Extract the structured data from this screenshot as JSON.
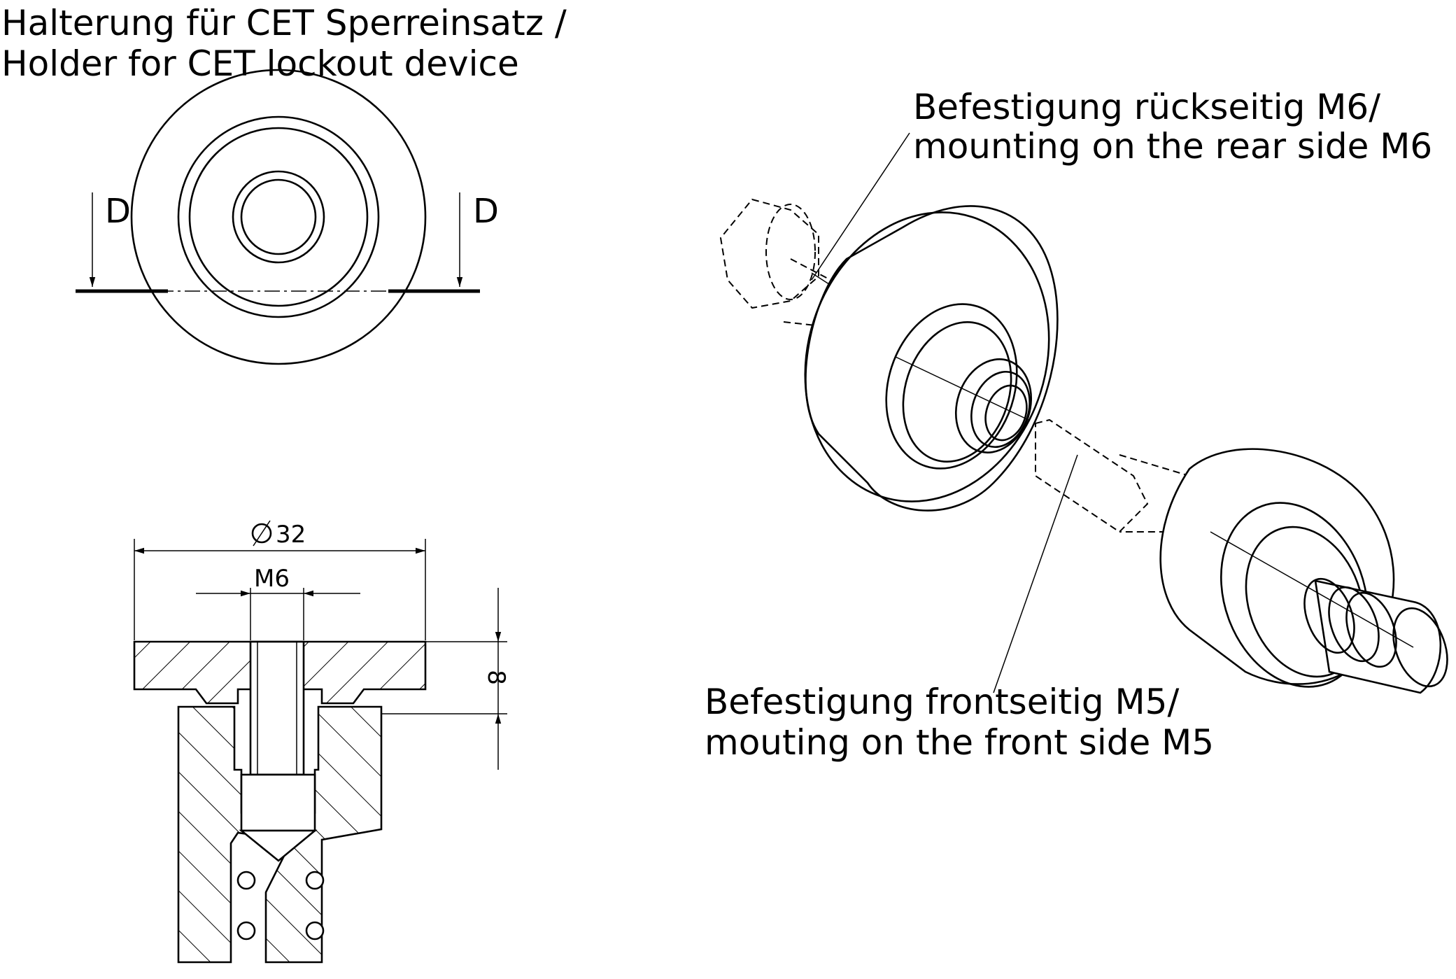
{
  "title": {
    "line1": "Halterung für CET Sperreinsatz /",
    "line2": "Holder for CET lockout device"
  },
  "front_view": {
    "section_mark_left": "D",
    "section_mark_right": "D"
  },
  "section_view": {
    "dim_diameter": "32",
    "dim_thread": "M6",
    "dim_depth": "8"
  },
  "isometric_view": {
    "callout_rear_line1": "Befestigung rückseitig M6/",
    "callout_rear_line2": "mounting on the rear side M6",
    "callout_front_line1": "Befestigung frontseitig M5/",
    "callout_front_line2": "mouting on the front side M5"
  }
}
